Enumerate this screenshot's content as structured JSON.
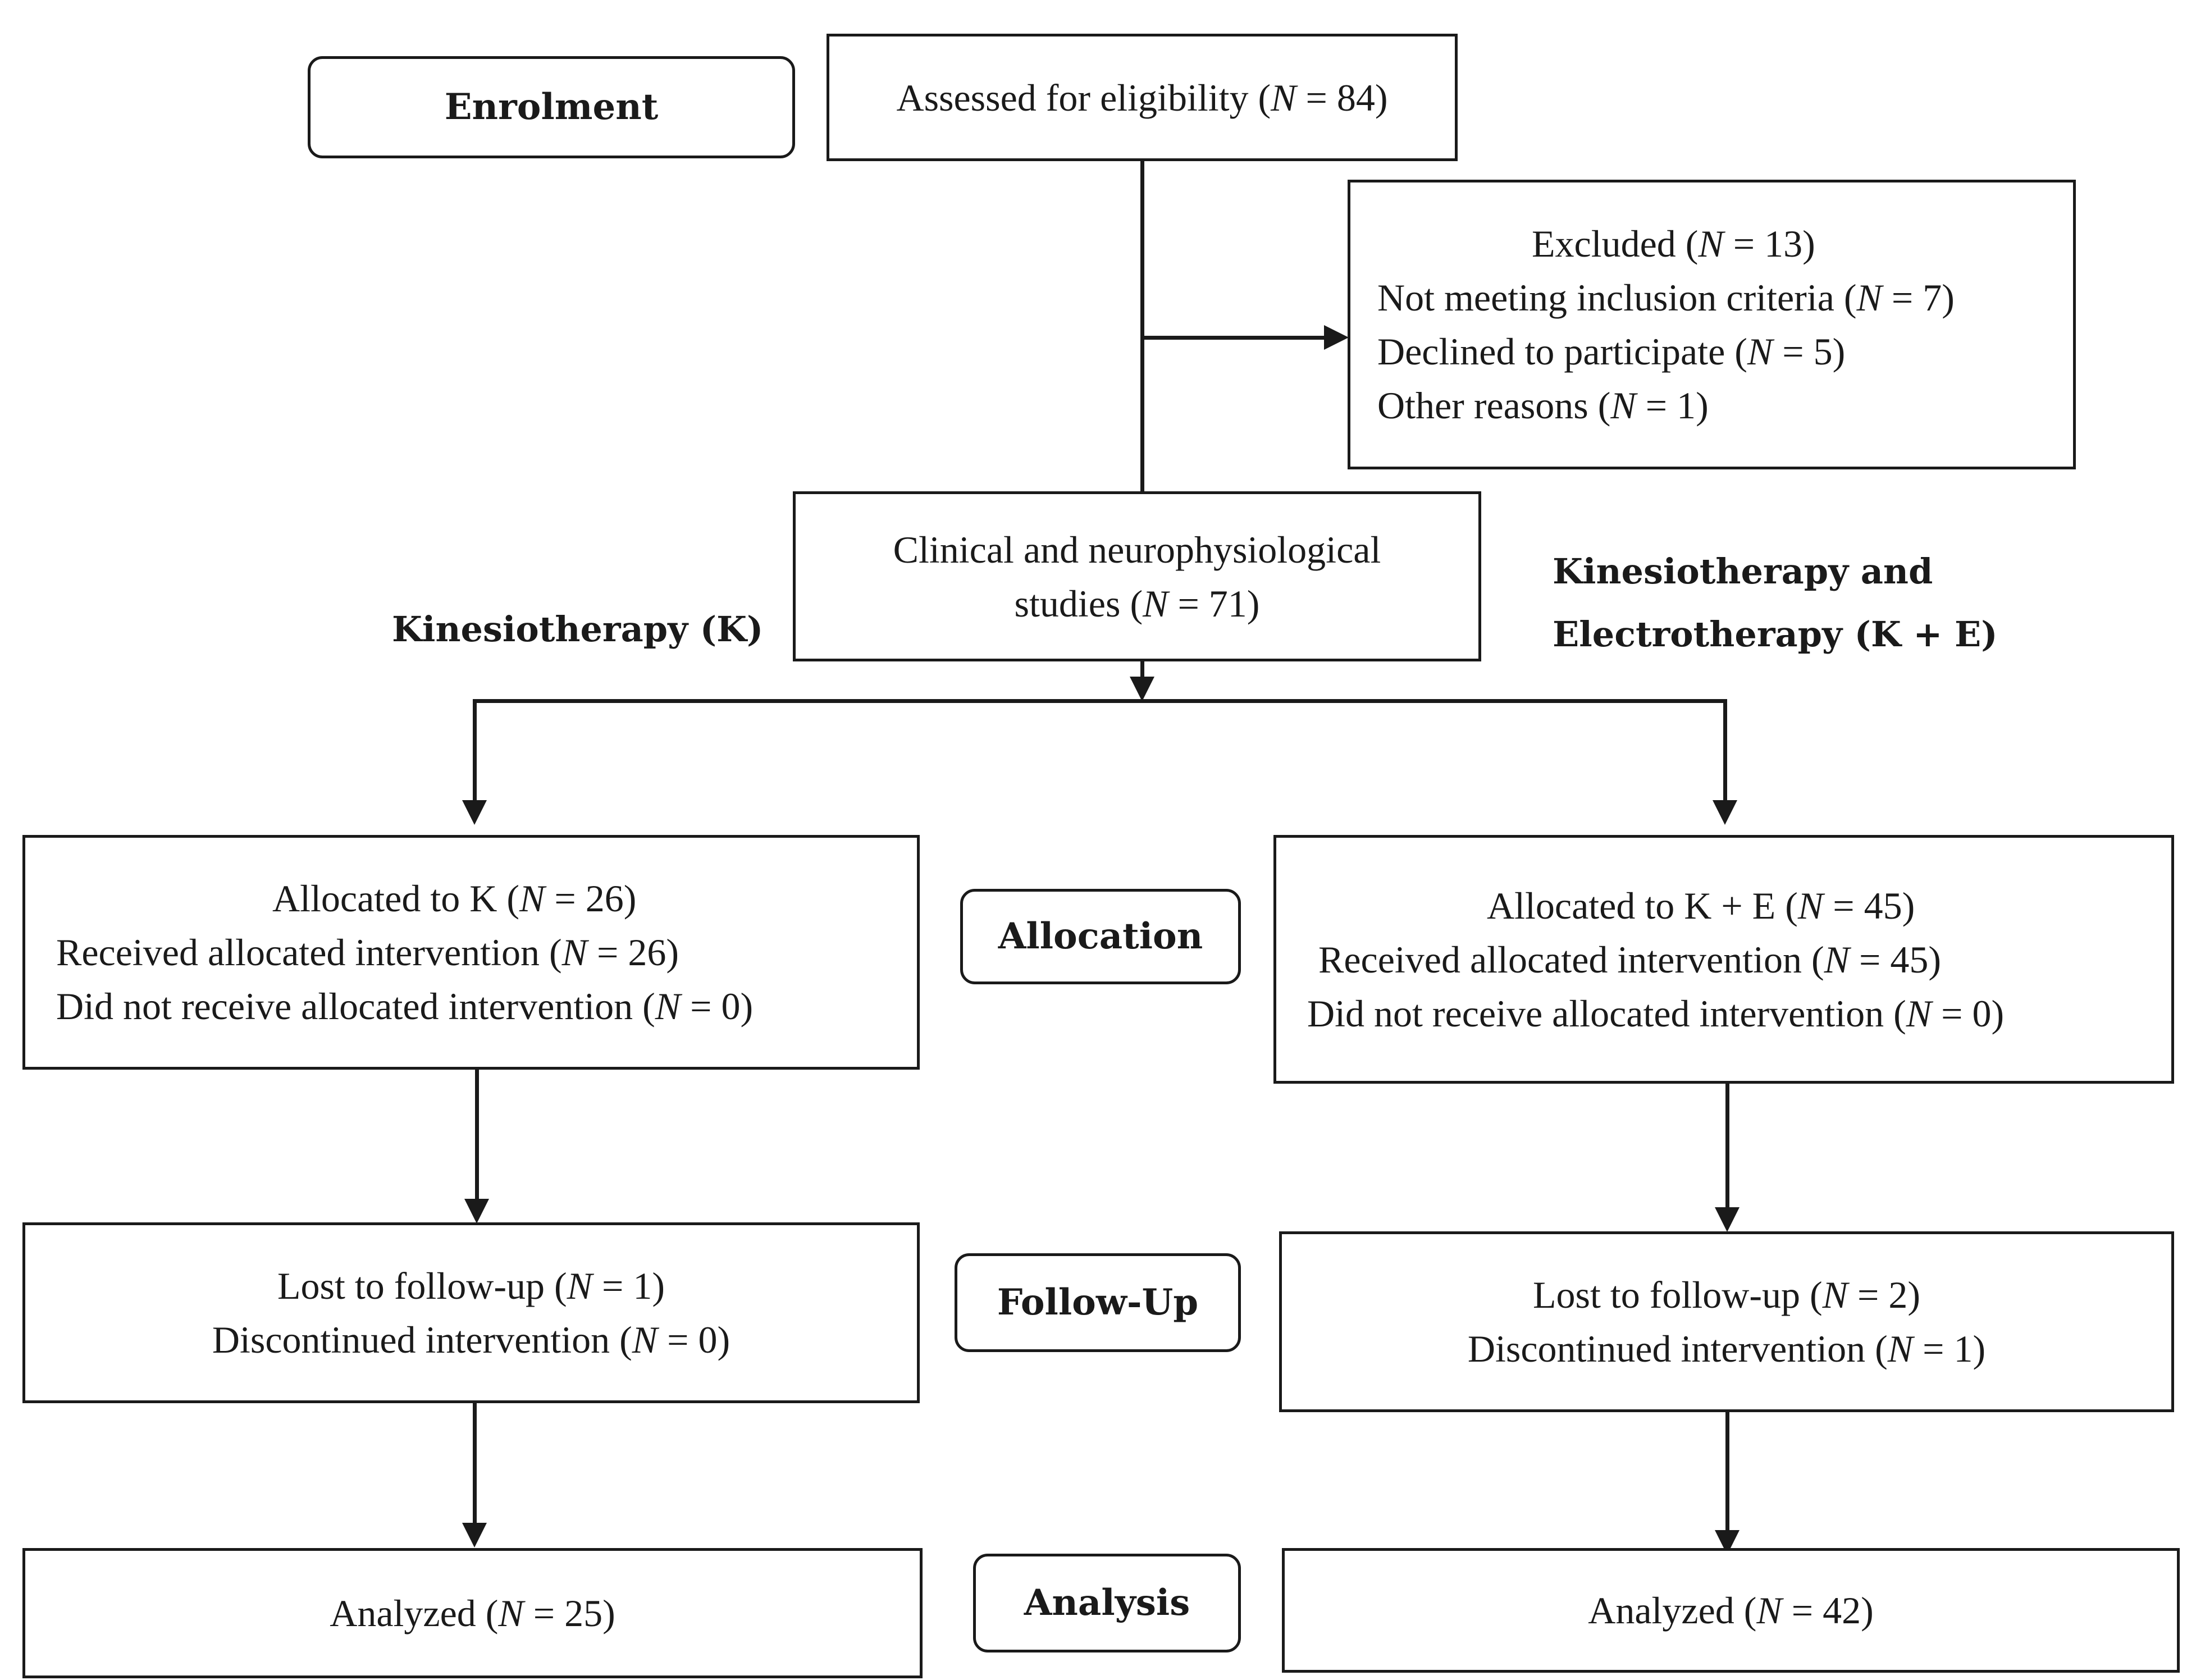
{
  "stages": {
    "enrolment": "Enrolment",
    "allocation": "Allocation",
    "follow_up": "Follow-Up",
    "analysis": "Analysis"
  },
  "assessed": {
    "text": "Assessed for eligibility (",
    "n_sym": "N",
    "n_val": " = 84)"
  },
  "excluded": {
    "lines": [
      {
        "text": "Excluded (",
        "n_sym": "N",
        "n_val": " = 13)"
      },
      {
        "text": "Not meeting inclusion criteria (",
        "n_sym": "N",
        "n_val": " = 7)"
      },
      {
        "text": "Declined to participate (",
        "n_sym": "N",
        "n_val": " = 5)"
      },
      {
        "text": "Other reasons (",
        "n_sym": "N",
        "n_val": " = 1)"
      }
    ]
  },
  "clinical": {
    "line1": "Clinical and neurophysiological",
    "line2": {
      "text": "studies (",
      "n_sym": "N",
      "n_val": " = 71)"
    }
  },
  "groups": {
    "k_label": "Kinesiotherapy (K)",
    "ke_label_1": "Kinesiotherapy and",
    "ke_label_2": "Electrotherapy (K + E)"
  },
  "k_allocation": {
    "lines": [
      {
        "text": "Allocated to K (",
        "n_sym": "N",
        "n_val": " = 26)"
      },
      {
        "text": "Received allocated intervention (",
        "n_sym": "N",
        "n_val": " = 26)"
      },
      {
        "text": "Did not receive allocated intervention (",
        "n_sym": "N",
        "n_val": " = 0)"
      }
    ]
  },
  "ke_allocation": {
    "lines": [
      {
        "text": "Allocated to K + E (",
        "n_sym": "N",
        "n_val": " = 45)"
      },
      {
        "text": "Received allocated intervention (",
        "n_sym": "N",
        "n_val": " = 45)"
      },
      {
        "text": "Did not receive allocated intervention (",
        "n_sym": "N",
        "n_val": " = 0)"
      }
    ]
  },
  "k_followup": {
    "lines": [
      {
        "text": "Lost to follow-up (",
        "n_sym": "N",
        "n_val": " = 1)"
      },
      {
        "text": "Discontinued intervention (",
        "n_sym": "N",
        "n_val": " = 0)"
      }
    ]
  },
  "ke_followup": {
    "lines": [
      {
        "text": "Lost to follow-up (",
        "n_sym": "N",
        "n_val": " = 2)"
      },
      {
        "text": "Discontinued intervention (",
        "n_sym": "N",
        "n_val": " = 1)"
      }
    ]
  },
  "k_analysis": {
    "text": "Analyzed (",
    "n_sym": "N",
    "n_val": " = 25)"
  },
  "ke_analysis": {
    "text": "Analyzed (",
    "n_sym": "N",
    "n_val": " = 42)"
  }
}
